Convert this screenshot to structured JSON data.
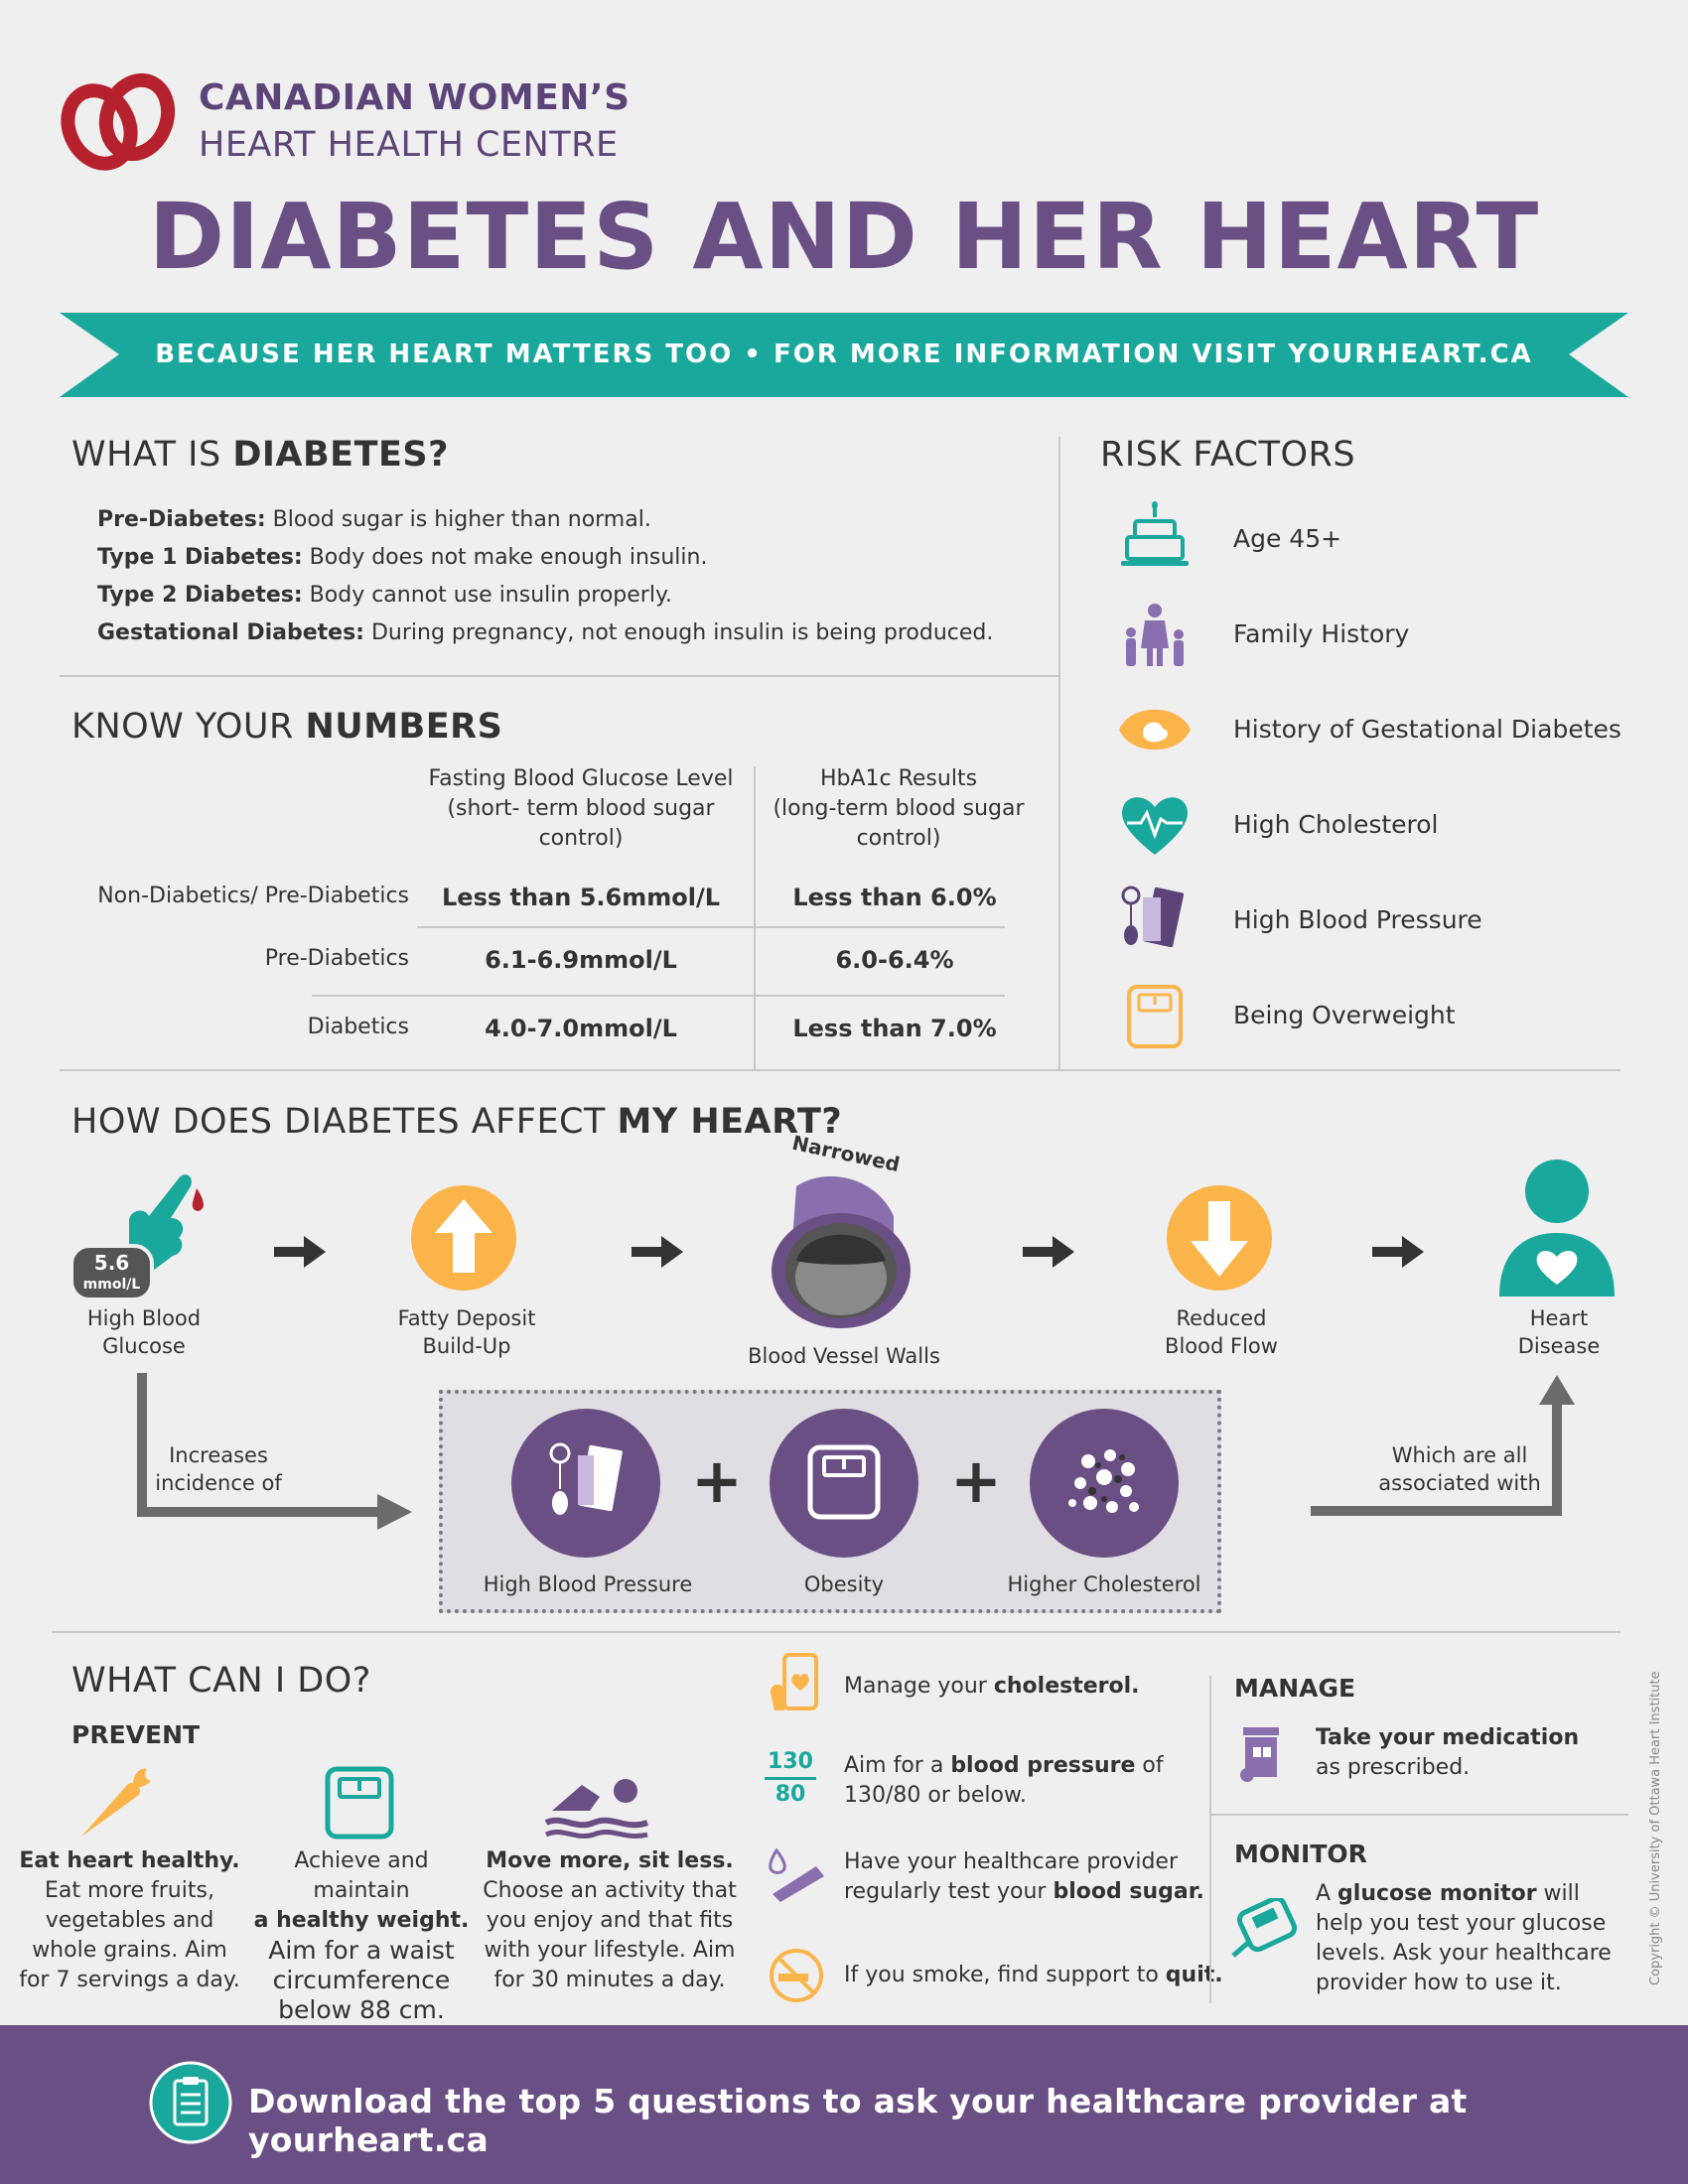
{
  "header": {
    "org_line1": "CANADIAN WOMEN’S",
    "org_line2": "HEART HEALTH CENTRE",
    "title": "DIABETES AND HER HEART",
    "ribbon": "BECAUSE HER HEART MATTERS TOO  •  FOR MORE INFORMATION VISIT YOURHEART.CA"
  },
  "what_is": {
    "title_plain": "WHAT IS ",
    "title_bold": "DIABETES?",
    "items": [
      {
        "term": "Pre-Diabetes:",
        "desc": " Blood sugar is higher than normal."
      },
      {
        "term": "Type 1 Diabetes:",
        "desc": " Body does not make enough insulin."
      },
      {
        "term": "Type 2 Diabetes:",
        "desc": " Body cannot use insulin properly."
      },
      {
        "term": "Gestational Diabetes:",
        "desc": " During pregnancy, not enough insulin is being produced."
      }
    ]
  },
  "numbers": {
    "title_plain": "KNOW YOUR ",
    "title_bold": "NUMBERS",
    "col1": [
      "Fasting Blood Glucose Level",
      "(short- term blood sugar",
      "control)"
    ],
    "col2": [
      "HbA1c Results",
      "(long-term blood sugar",
      "control)"
    ],
    "rows": [
      {
        "label": "Non-Diabetics/ Pre-Diabetics",
        "fasting": "Less than 5.6mmol/L",
        "hba1c": "Less than 6.0%"
      },
      {
        "label": "Pre-Diabetics",
        "fasting": "6.1-6.9mmol/L",
        "hba1c": "6.0-6.4%"
      },
      {
        "label": "Diabetics",
        "fasting": "4.0-7.0mmol/L",
        "hba1c": "Less than 7.0%"
      }
    ]
  },
  "risk": {
    "title": "RISK FACTORS",
    "items": [
      {
        "label": "Age 45+",
        "icon": "birthday-cake-icon"
      },
      {
        "label": "Family History",
        "icon": "family-icon"
      },
      {
        "label": "History of Gestational Diabetes",
        "icon": "pregnancy-icon"
      },
      {
        "label": "High Cholesterol",
        "icon": "heartbeat-icon"
      },
      {
        "label": "High Blood Pressure",
        "icon": "blood-pressure-monitor-icon"
      },
      {
        "label": "Being Overweight",
        "icon": "scale-icon"
      }
    ]
  },
  "affect": {
    "title_plain": "HOW DOES DIABETES AFFECT ",
    "title_bold": "MY HEART?",
    "glucose_badge_1": "5.6",
    "glucose_badge_2": "mmol/L",
    "steps": [
      [
        "High Blood",
        "Glucose"
      ],
      [
        "Fatty Deposit",
        "Build-Up"
      ],
      [
        "Blood Vessel Walls"
      ],
      [
        "Reduced",
        "Blood Flow"
      ],
      [
        "Heart",
        "Disease"
      ]
    ],
    "narrowed": "Narrowed",
    "increases": [
      "Increases",
      "incidence of"
    ],
    "associated": [
      "Which are all",
      "associated with"
    ],
    "conditions": [
      "High Blood Pressure",
      "Obesity",
      "Higher Cholesterol"
    ],
    "plus": "+"
  },
  "do": {
    "title": "WHAT CAN I DO?",
    "prevent": "PREVENT",
    "prevent_items": [
      {
        "bold": "Eat heart healthy.",
        "rest": [
          "Eat more fruits,",
          "vegetables and",
          "whole grains. Aim",
          "for 7 servings a day."
        ]
      },
      {
        "lines": [
          "Achieve and maintain"
        ],
        "bold_line": "a healthy weight.",
        "rest": [
          "Aim for a waist",
          "circumference",
          "below 88 cm."
        ]
      },
      {
        "bold": "Move more, sit less.",
        "rest": [
          "Choose an activity that",
          "you enjoy and that fits",
          "with your lifestyle. Aim",
          "for 30 minutes a day."
        ]
      }
    ],
    "tips": {
      "t1_a": "Manage your ",
      "t1_b": "cholesterol.",
      "t2_a": "Aim for a ",
      "t2_b": "blood pressure",
      "t2_c": " of",
      "t2_d": "130/80 or below.",
      "t3_a": "Have your healthcare provider",
      "t3_b": "regularly test your ",
      "t3_c": "blood sugar.",
      "t4_a": "If you smoke, find support to ",
      "t4_b": "quit.",
      "bp_top": "130",
      "bp_bottom": "80"
    },
    "manage": "MANAGE",
    "manage_bold": "Take your medication",
    "manage_rest": "as prescribed.",
    "monitor": "MONITOR",
    "monitor_a": "A ",
    "monitor_b": "glucose monitor",
    "monitor_c": " will",
    "monitor_lines": [
      "help you test your glucose",
      "levels. Ask your healthcare",
      "provider how to use it."
    ]
  },
  "footer": {
    "text": "Download the top 5 questions to ask your healthcare provider at yourheart.ca"
  },
  "copyright": "Copyright © University of Ottawa Heart Institute",
  "colors": {
    "purple": "#6a4f84",
    "teal": "#1aa89c",
    "orange": "#fbb44a",
    "red": "#b5222d"
  }
}
